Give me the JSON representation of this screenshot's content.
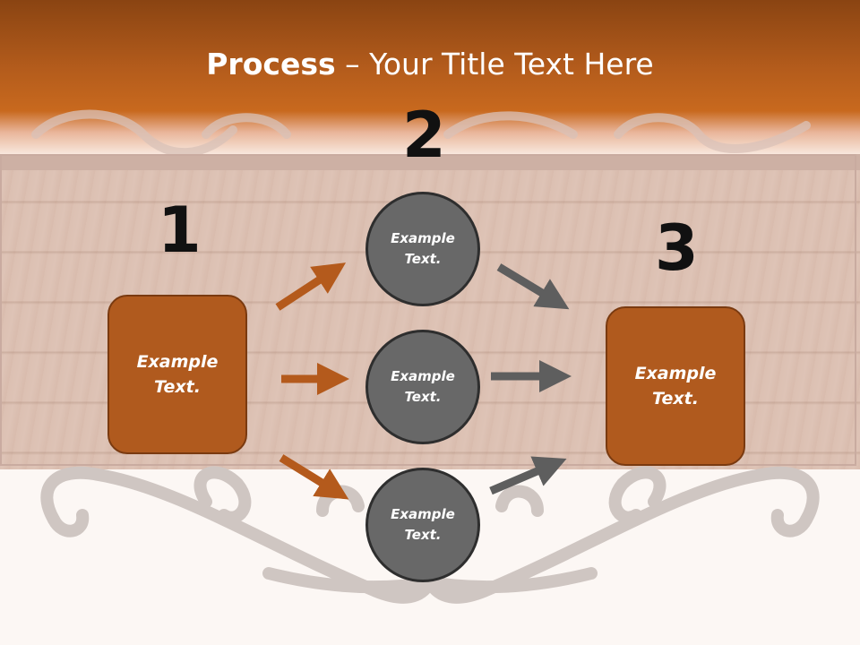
{
  "title": {
    "bold": "Process",
    "rest": " – Your Title Text Here"
  },
  "steps": [
    {
      "number": "1",
      "label_line1": "Example",
      "label_line2": "Text."
    },
    {
      "number": "2"
    },
    {
      "number": "3",
      "label_line1": "Example",
      "label_line2": "Text."
    }
  ],
  "circles": [
    {
      "line1": "Example",
      "line2": "Text."
    },
    {
      "line1": "Example",
      "line2": "Text."
    },
    {
      "line1": "Example",
      "line2": "Text."
    }
  ],
  "colors": {
    "accent_orange": "#b05a1e",
    "circle_gray": "#686868",
    "arrow_orange": "#b45a1c",
    "arrow_gray": "#5e5e5e"
  }
}
